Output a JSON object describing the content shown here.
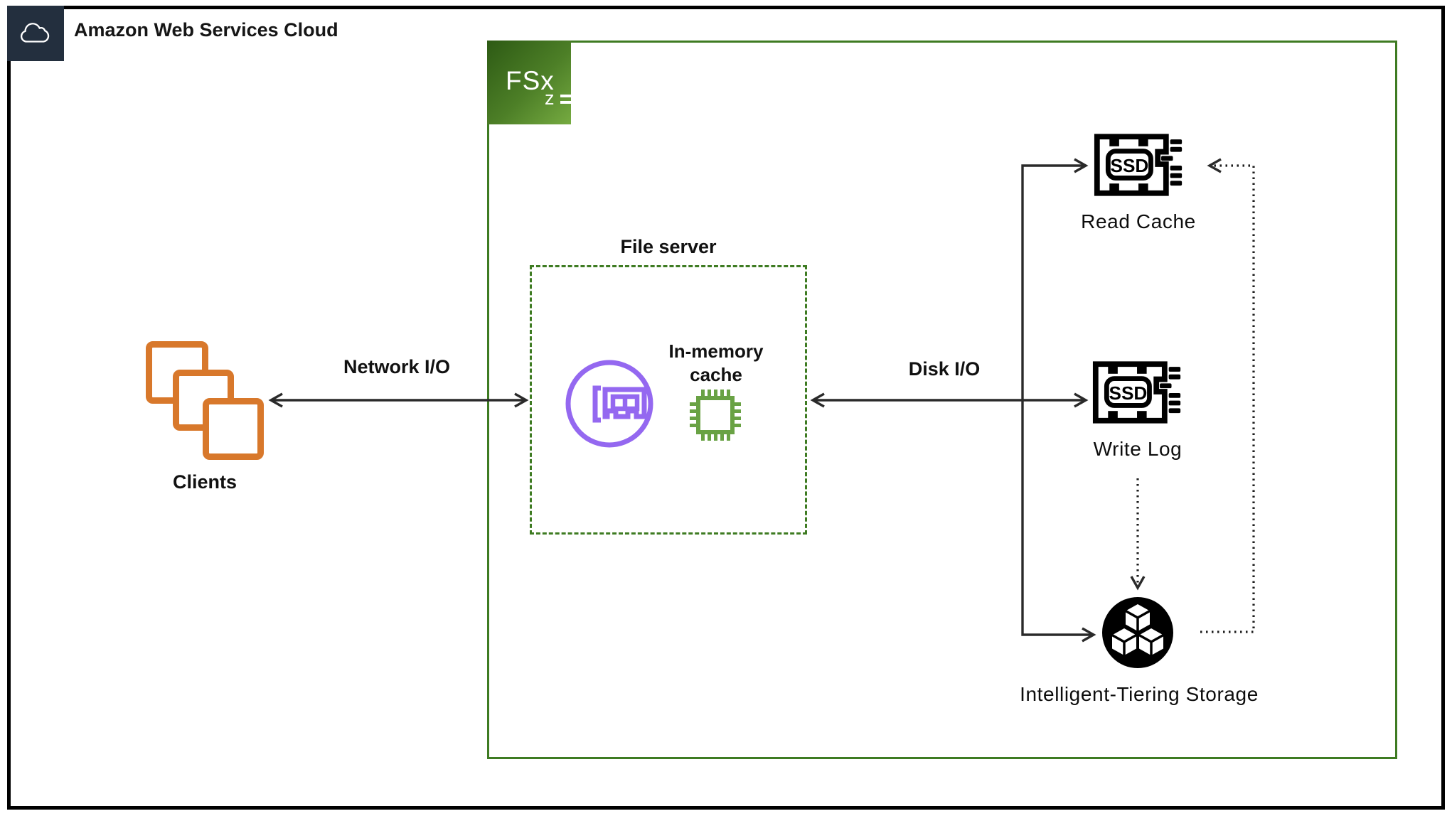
{
  "header": {
    "title": "Amazon Web Services Cloud"
  },
  "fsx_group": {
    "logo_text": "FSx",
    "logo_subscript": "z"
  },
  "file_server": {
    "title": "File server",
    "in_memory_cache_label": "In-memory cache"
  },
  "clients": {
    "label": "Clients"
  },
  "edges": {
    "network_io_label": "Network I/O",
    "disk_io_label": "Disk I/O"
  },
  "storage": {
    "read_cache": {
      "chip_text": "SSD",
      "label": "Read Cache"
    },
    "write_log": {
      "chip_text": "SSD",
      "label": "Write Log"
    },
    "intelligent_tiering": {
      "label": "Intelligent-Tiering Storage"
    }
  },
  "colors": {
    "aws_navy": "#232f3e",
    "group_green": "#3e7b22",
    "chip_green": "#69a244",
    "nic_purple": "#9468f0",
    "clients_orange": "#d8782b",
    "arrow_dark": "#2a2a2a"
  }
}
